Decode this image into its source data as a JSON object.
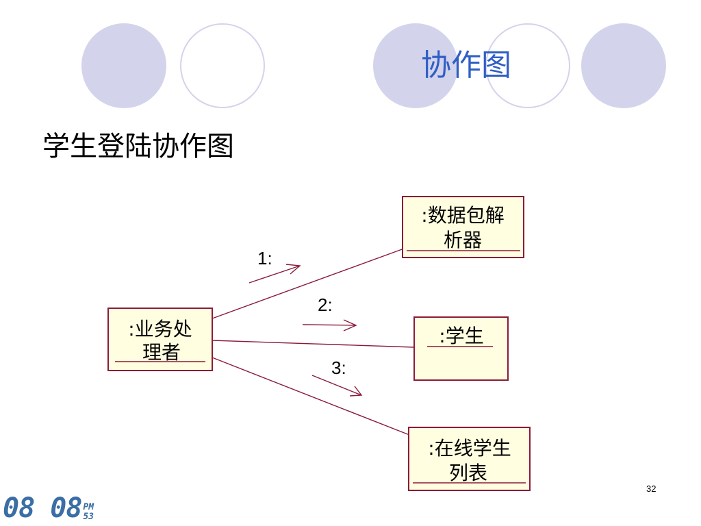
{
  "slide": {
    "title": "协作图",
    "subtitle": "学生登陆协作图",
    "page_number": "32"
  },
  "diagram": {
    "objects": [
      {
        "id": "handler",
        "line1": ":业务处",
        "line2": "理者"
      },
      {
        "id": "parser",
        "line1": ":数据包解",
        "line2": "析器"
      },
      {
        "id": "student",
        "line1": ":学生",
        "line2": ""
      },
      {
        "id": "online-list",
        "line1": ":在线学生",
        "line2": "列表"
      }
    ],
    "messages": [
      {
        "label": "1:",
        "from": "handler",
        "to": "parser"
      },
      {
        "label": "2:",
        "from": "handler",
        "to": "student"
      },
      {
        "label": "3:",
        "from": "handler",
        "to": "online-list"
      }
    ],
    "colors": {
      "object_fill": "#fffee0",
      "object_border": "#8b1a3a",
      "link": "#8b1a3a",
      "text": "#000000"
    }
  },
  "clock": {
    "time": "08 08",
    "meridiem": "PM",
    "seconds": "53"
  },
  "decor": {
    "circle_fill": "#d3d3ec",
    "title_color": "#2f5fc4"
  }
}
